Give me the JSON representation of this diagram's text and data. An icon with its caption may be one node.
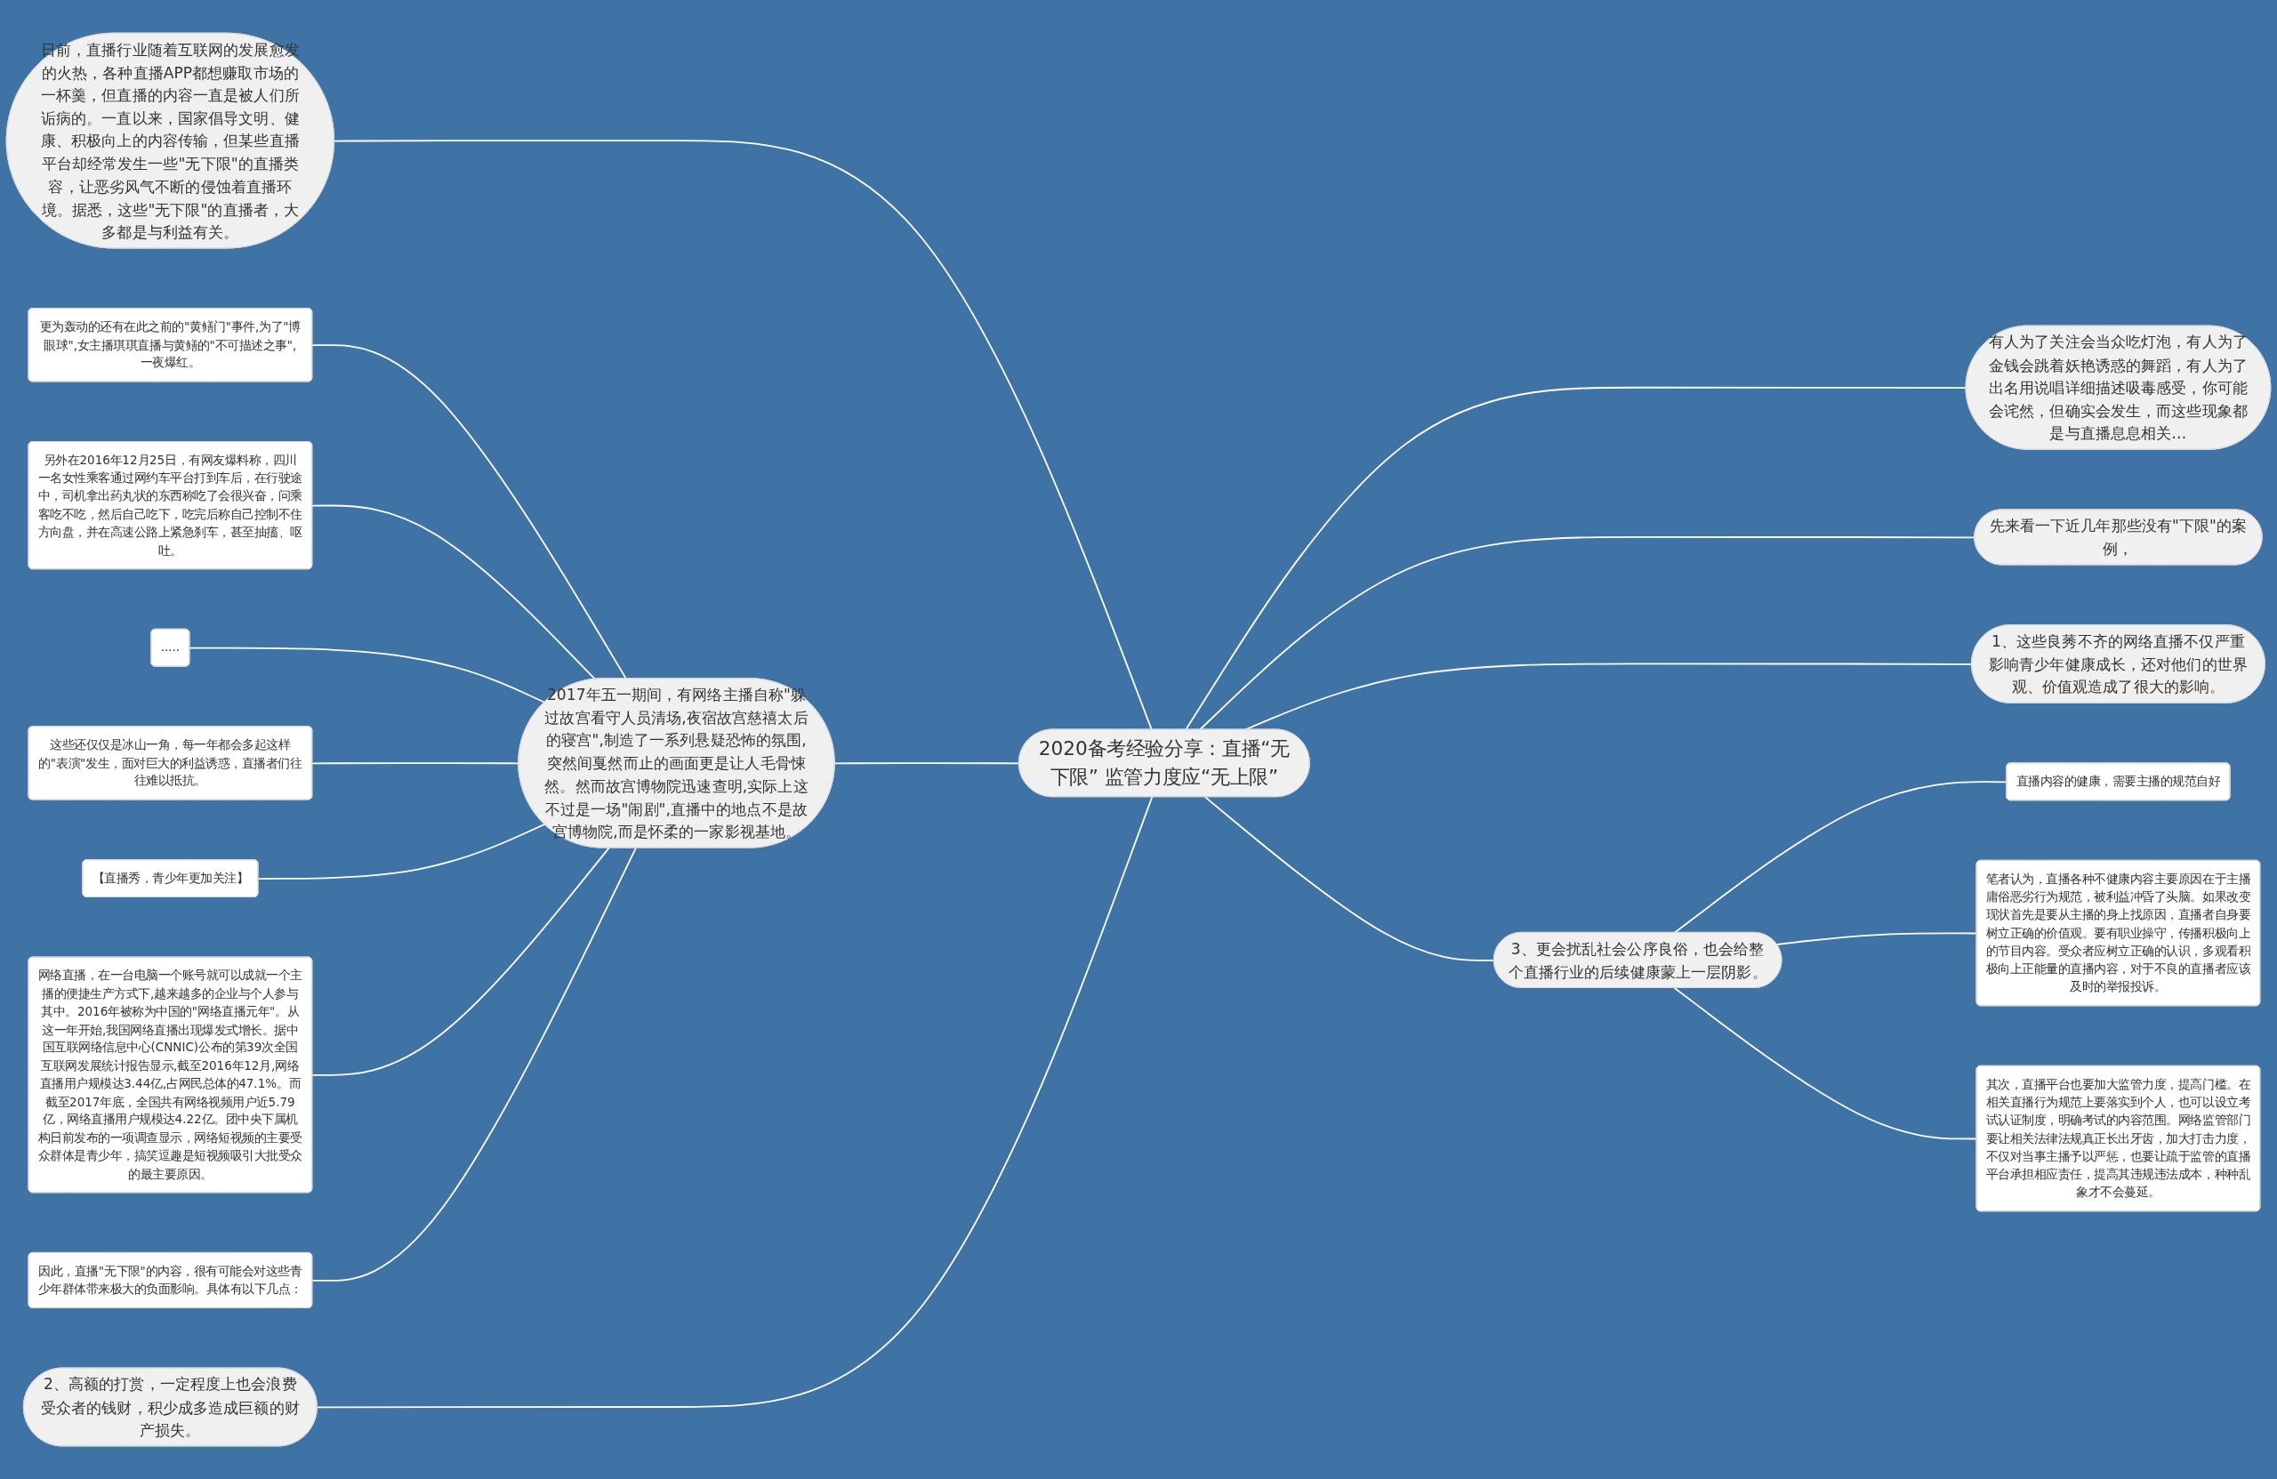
{
  "diagram": {
    "nodes": [
      {
        "text": [
          "2020备考经验分享：直播“无下限” 监管力度应“无上限”"
        ]
      },
      {
        "text": [
          "日前，直播行业随着互联网的发展愈发的火热，各种直播APP都想赚取市场的一杯羹，但直播的内容一直是被人们所诟病的。一直以来，国家倡导文明、健康、积极向上的内容传输，但某些直播平台却经常发生一些\"无下限\"的直播类容，让恶劣风气不断的侵蚀着直播环境。据悉，这些\"无下限\"的直播者，大多都是与利益有关。"
        ]
      },
      {
        "text": [
          "2017年五一期间，有网络主播自称\"躲过故宫看守人员清场,夜宿故宫慈禧太后的寝宫\",制造了一系列悬疑恐怖的氛围,突然间戛然而止的画面更是让人毛骨悚然。然而故宫博物院迅速查明,实际上这不过是一场\"闹剧\",直播中的地点不是故宫博物院,而是怀柔的一家影视基地。"
        ]
      },
      {
        "text": [
          "更为轰动的还有在此之前的\"黄鳝门\"事件,为了\"博眼球\",女主播琪琪直播与黄鳝的\"不可描述之事\",一夜爆红。"
        ]
      },
      {
        "text": [
          "另外在2016年12月25日，有网友爆料称，四川一名女性乘客通过网约车平台打到车后，在行驶途中，司机拿出药丸状的东西称吃了会很兴奋，问乘客吃不吃，然后自己吃下，吃完后称自己控制不住方向盘，并在高速公路上紧急刹车，甚至抽搐、呕吐。"
        ]
      },
      {
        "text": [
          "....."
        ]
      },
      {
        "text": [
          "这些还仅仅是冰山一角，每一年都会多起这样的\"表演\"发生，面对巨大的利益诱惑，直播者们往往难以抵抗。"
        ]
      },
      {
        "text": [
          "【直播秀，青少年更加关注】"
        ]
      },
      {
        "text": [
          "网络直播，在一台电脑一个账号就可以成就一个主播的便捷生产方式下,越来越多的企业与个人参与其中。2016年被称为中国的\"网络直播元年\"。从这一年开始,我国网络直播出现爆发式增长。据中国互联网络信息中心(CNNIC)公布的第39次全国互联网发展统计报告显示,截至2016年12月,网络直播用户规模达3.44亿,占网民总体的47.1%。而截至2017年底，全国共有网络视频用户近5.79亿，网络直播用户规模达4.22亿。团中央下属机构日前发布的一项调查显示，网络短视频的主要受众群体是青少年，搞笑逗趣是短视频吸引大批受众的最主要原因。"
        ]
      },
      {
        "text": [
          "因此，直播\"无下限\"的内容，很有可能会对这些青少年群体带来极大的负面影响。具体有以下几点："
        ]
      },
      {
        "text": [
          "2、高额的打赏，一定程度上也会浪费受众者的钱财，积少成多造成巨额的财产损失。"
        ]
      },
      {
        "text": [
          "有人为了关注会当众吃灯泡，有人为了金钱会跳着妖艳诱惑的舞蹈，有人为了出名用说唱详细描述吸毒感受，你可能会诧然，但确实会发生，而这些现象都是与直播息息相关…"
        ]
      },
      {
        "text": [
          "先来看一下近几年那些没有\"下限\"的案例，"
        ]
      },
      {
        "text": [
          "1、这些良莠不齐的网络直播不仅严重影响青少年健康成长，还对他们的世界观、价值观造成了很大的影响。"
        ]
      },
      {
        "text": [
          "3、更会扰乱社会公序良俗，也会给整个直播行业的后续健康蒙上一层阴影。"
        ]
      },
      {
        "text": [
          "直播内容的健康，需要主播的规范自好"
        ]
      },
      {
        "text": [
          "笔者认为，直播各种不健康内容主要原因在于主播庸俗恶劣行为规范，被利益冲昏了头脑。如果改变现状首先是要从主播的身上找原因，直播者自身要树立正确的价值观。要有职业操守，传播积极向上的节目内容。受众者应树立正确的认识，多观看积极向上正能量的直播内容，对于不良的直播者应该及时的举报投诉。"
        ]
      },
      {
        "text": [
          "其次，直播平台也要加大监管力度，提高门槛。在相关直播行为规范上要落实到个人，也可以设立考试认证制度，明确考试的内容范围。网络监管部门要让相关法律法规真正长出牙齿，加大打击力度，不仅对当事主播予以严惩，也要让疏于监管的直播平台承担相应责任，提高其违规违法成本，种种乱象才不会蔓延。"
        ]
      }
    ],
    "edges": [
      {
        "from": 0,
        "to": 1,
        "arrow": "none"
      },
      {
        "from": 0,
        "to": 2,
        "arrow": "none"
      },
      {
        "from": 2,
        "to": 3,
        "arrow": "none"
      },
      {
        "from": 2,
        "to": 4,
        "arrow": "none"
      },
      {
        "from": 2,
        "to": 5,
        "arrow": "none"
      },
      {
        "from": 2,
        "to": 6,
        "arrow": "none"
      },
      {
        "from": 2,
        "to": 7,
        "arrow": "none"
      },
      {
        "from": 2,
        "to": 8,
        "arrow": "none"
      },
      {
        "from": 2,
        "to": 9,
        "arrow": "none"
      },
      {
        "from": 0,
        "to": 10,
        "arrow": "none"
      },
      {
        "from": 0,
        "to": 11,
        "arrow": "none"
      },
      {
        "from": 0,
        "to": 12,
        "arrow": "none"
      },
      {
        "from": 0,
        "to": 13,
        "arrow": "none"
      },
      {
        "from": 0,
        "to": 14,
        "arrow": "none"
      },
      {
        "from": 14,
        "to": 15,
        "arrow": "none"
      },
      {
        "from": 14,
        "to": 16,
        "arrow": "none"
      },
      {
        "from": 14,
        "to": 17,
        "arrow": "none"
      }
    ]
  }
}
